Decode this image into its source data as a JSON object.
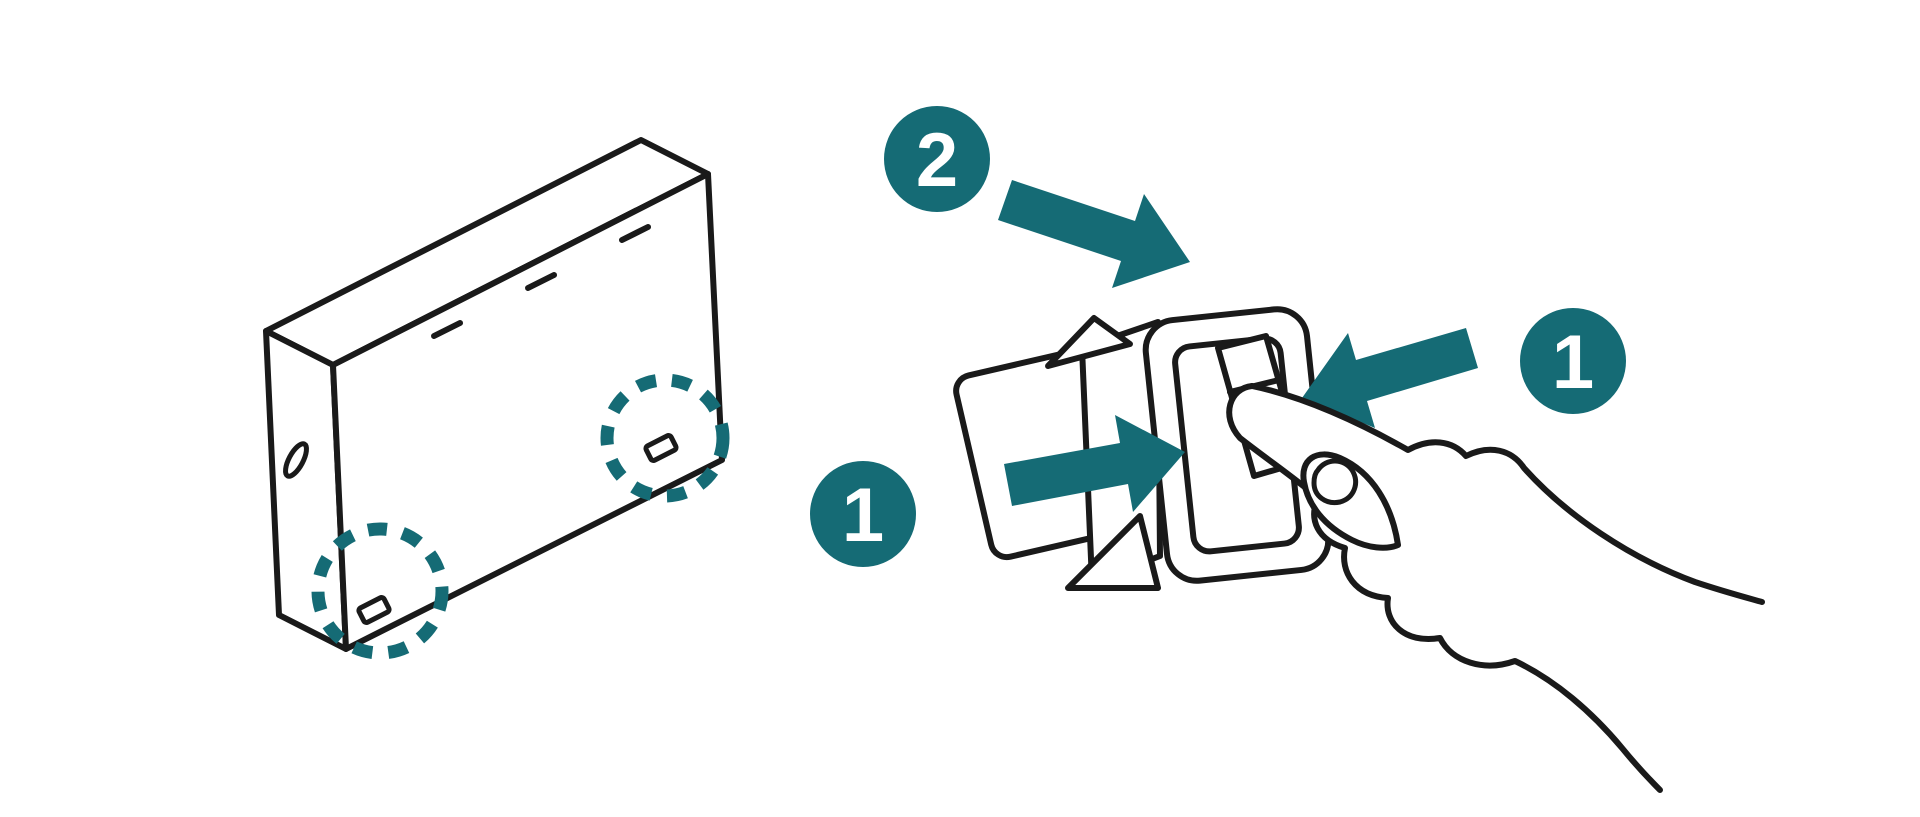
{
  "figure": {
    "type": "packaging-unlock-instruction-diagram",
    "background_color": "#ffffff",
    "line_color": "#1a1a1a",
    "accent_color": "#156b75",
    "badges": [
      {
        "id": "step-2",
        "label": "2"
      },
      {
        "id": "step-1-right",
        "label": "1"
      },
      {
        "id": "step-1-left",
        "label": "1"
      }
    ]
  }
}
